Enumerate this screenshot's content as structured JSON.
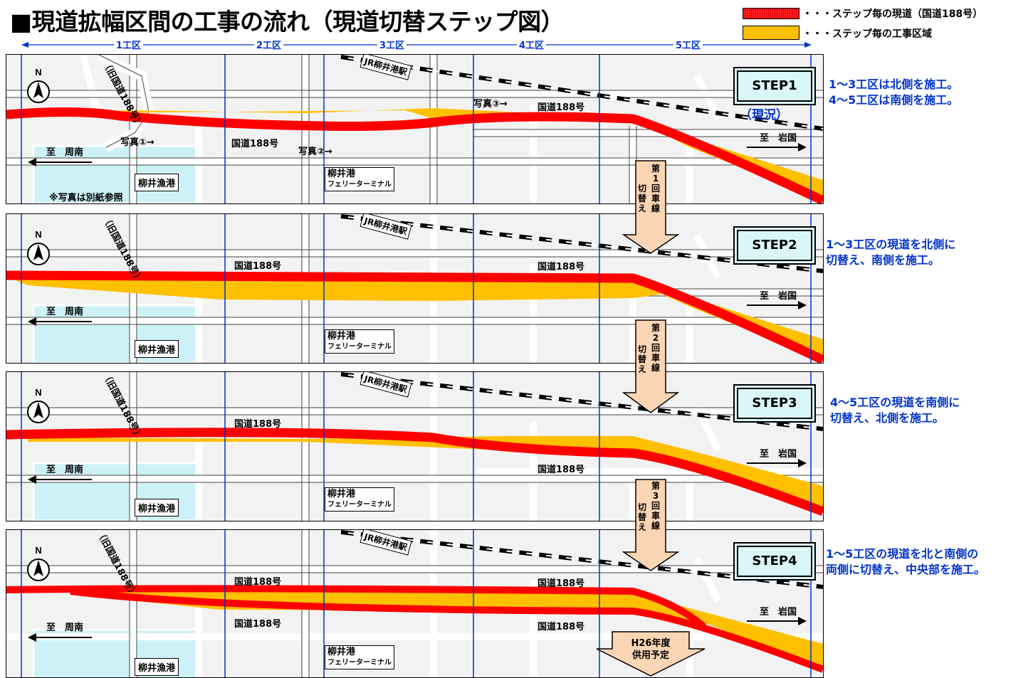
{
  "title": "■現道拡幅区間の工事の流れ（現道切替ステップ図）",
  "legend": {
    "current_road": "・・・ステップ毎の現道（国道188号）",
    "work_area": "・・・ステップ毎の工事区域"
  },
  "colors": {
    "road": "#ff0000",
    "work": "#ffc000",
    "blue": "#0033cc",
    "water": "#ccf2f7",
    "step_box": "#d9f7f7",
    "arrow": "#fcd5b4"
  },
  "zones": [
    "1工区",
    "2工区",
    "3工区",
    "4工区",
    "5工区"
  ],
  "map_labels": {
    "old_road": "（旧国道188号）",
    "station": "JR柳井港駅",
    "route": "国道188号",
    "to_shunan": "至　周南",
    "to_iwakuni": "至　岩国",
    "harbor": "柳井漁港",
    "terminal_1": "柳井港",
    "terminal_2": "フェリーターミナル",
    "photo_1": "写真①→",
    "photo_2": "写真②→",
    "photo_3": "写真③→",
    "photo_note": "※写真は別紙参照",
    "north": "N",
    "current_state": "（現況）"
  },
  "steps": [
    {
      "label": "STEP1",
      "note": [
        "1～3工区は北側を施工。",
        "4～5工区は南側を施工。"
      ]
    },
    {
      "label": "STEP2",
      "note": [
        "1～3工区の現道を北側に",
        "切替え、南側を施工。"
      ]
    },
    {
      "label": "STEP3",
      "note": [
        "4～5工区の現道を南側に",
        "切替え、北側を施工。"
      ]
    },
    {
      "label": "STEP4",
      "note": [
        "1～5工区の現道を北と南側の",
        "両側に切替え、中央部を施工。"
      ]
    }
  ],
  "switches": [
    {
      "left": "切替え",
      "right": "第1回車線"
    },
    {
      "left": "切替え",
      "right": "第2回車線"
    },
    {
      "left": "切替え",
      "right": "第3回車線"
    }
  ],
  "completion": [
    "H26年度",
    "供用予定"
  ]
}
